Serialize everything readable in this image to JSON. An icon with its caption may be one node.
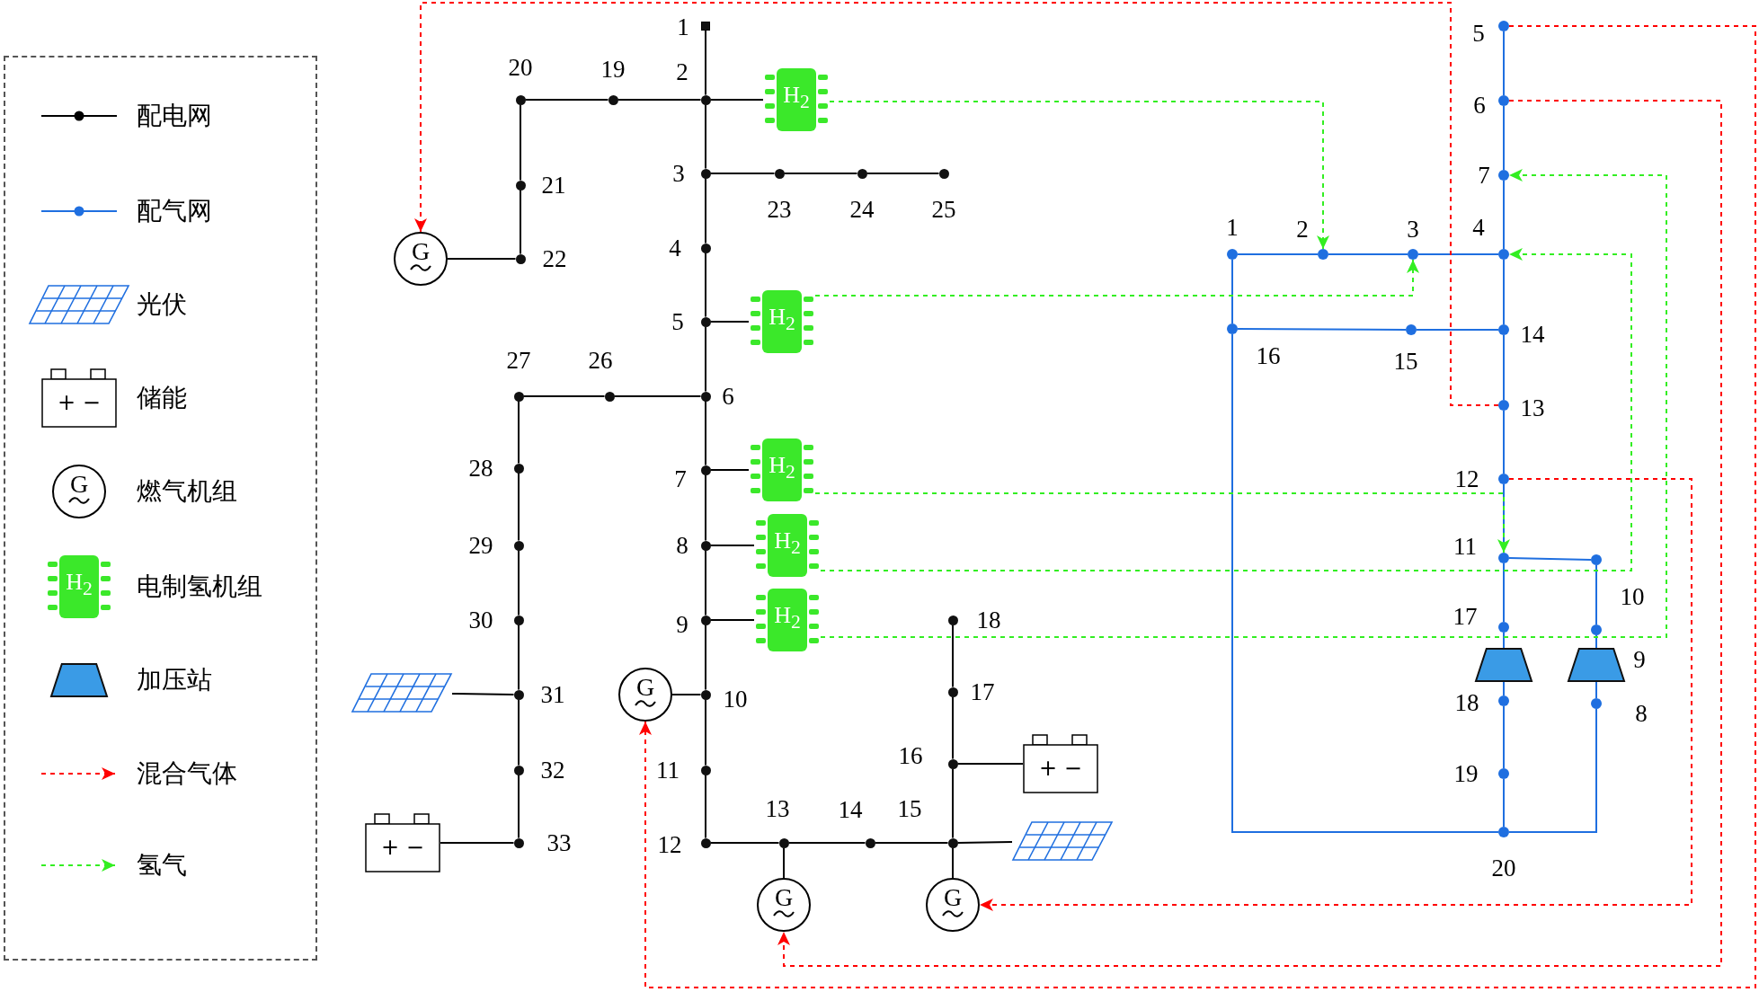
{
  "diagram": {
    "nodes": [
      {
        "text": [],
        "shape": "box",
        "beside": [
          "1"
        ]
      },
      {
        "text": [],
        "shape": "circle",
        "beside": [
          "2"
        ]
      },
      {
        "text": [],
        "shape": "circle",
        "beside": [
          "3"
        ]
      },
      {
        "text": [],
        "shape": "circle",
        "beside": [
          "4"
        ]
      },
      {
        "text": [],
        "shape": "circle",
        "beside": [
          "5"
        ]
      },
      {
        "text": [],
        "shape": "circle",
        "beside": [
          "6"
        ]
      },
      {
        "text": [],
        "shape": "circle",
        "beside": [
          "7"
        ]
      },
      {
        "text": [],
        "shape": "circle",
        "beside": [
          "8"
        ]
      },
      {
        "text": [],
        "shape": "circle",
        "beside": [
          "9"
        ]
      },
      {
        "text": [],
        "shape": "circle",
        "beside": [
          "10"
        ]
      },
      {
        "text": [],
        "shape": "circle",
        "beside": [
          "11"
        ]
      },
      {
        "text": [],
        "shape": "circle",
        "beside": [
          "12"
        ]
      },
      {
        "text": [],
        "shape": "circle",
        "beside": [
          "13"
        ]
      },
      {
        "text": [],
        "shape": "circle",
        "beside": [
          "14"
        ]
      },
      {
        "text": [],
        "shape": "circle",
        "beside": [
          "15"
        ]
      },
      {
        "text": [],
        "shape": "circle",
        "beside": [
          "16"
        ]
      },
      {
        "text": [],
        "shape": "circle",
        "beside": [
          "17"
        ]
      },
      {
        "text": [],
        "shape": "circle",
        "beside": [
          "18"
        ]
      },
      {
        "text": [],
        "shape": "circle",
        "beside": [
          "19"
        ]
      },
      {
        "text": [],
        "shape": "circle",
        "beside": [
          "20"
        ]
      },
      {
        "text": [],
        "shape": "circle",
        "beside": [
          "21"
        ]
      },
      {
        "text": [],
        "shape": "circle",
        "beside": [
          "22"
        ]
      },
      {
        "text": [],
        "shape": "circle",
        "beside": [
          "23"
        ]
      },
      {
        "text": [],
        "shape": "circle",
        "beside": [
          "24"
        ]
      },
      {
        "text": [],
        "shape": "circle",
        "beside": [
          "25"
        ]
      },
      {
        "text": [],
        "shape": "circle",
        "beside": [
          "26"
        ]
      },
      {
        "text": [],
        "shape": "circle",
        "beside": [
          "27"
        ]
      },
      {
        "text": [],
        "shape": "circle",
        "beside": [
          "28"
        ]
      },
      {
        "text": [],
        "shape": "circle",
        "beside": [
          "29"
        ]
      },
      {
        "text": [],
        "shape": "circle",
        "beside": [
          "30"
        ]
      },
      {
        "text": [],
        "shape": "circle",
        "beside": [
          "31"
        ]
      },
      {
        "text": [],
        "shape": "circle",
        "beside": [
          "32"
        ]
      },
      {
        "text": [],
        "shape": "circle",
        "beside": [
          "33"
        ]
      },
      {
        "text": [],
        "shape": "circle",
        "beside": [
          "1"
        ]
      },
      {
        "text": [],
        "shape": "circle",
        "beside": [
          "2"
        ]
      },
      {
        "text": [],
        "shape": "circle",
        "beside": [
          "3"
        ]
      },
      {
        "text": [],
        "shape": "circle",
        "beside": [
          "4"
        ]
      },
      {
        "text": [],
        "shape": "circle",
        "beside": [
          "5"
        ]
      },
      {
        "text": [],
        "shape": "circle",
        "beside": [
          "6"
        ]
      },
      {
        "text": [],
        "shape": "circle",
        "beside": [
          "7"
        ]
      },
      {
        "text": [],
        "shape": "circle",
        "beside": [
          "8"
        ]
      },
      {
        "text": [],
        "shape": "trapezoid",
        "beside": [
          "9"
        ]
      },
      {
        "text": [],
        "shape": "circle",
        "beside": [
          "10"
        ]
      },
      {
        "text": [],
        "shape": "circle",
        "beside": [
          "11"
        ]
      },
      {
        "text": [],
        "shape": "circle",
        "beside": [
          "12"
        ]
      },
      {
        "text": [],
        "shape": "circle",
        "beside": [
          "13"
        ]
      },
      {
        "text": [],
        "shape": "circle",
        "beside": [
          "14"
        ]
      },
      {
        "text": [],
        "shape": "circle",
        "beside": [
          "15"
        ]
      },
      {
        "text": [],
        "shape": "circle",
        "beside": [
          "16"
        ]
      },
      {
        "text": [],
        "shape": "circle",
        "beside": [
          "17"
        ]
      },
      {
        "text": [],
        "shape": "circle",
        "beside": [
          "18"
        ]
      },
      {
        "text": [],
        "shape": "circle",
        "beside": [
          "19"
        ]
      },
      {
        "text": [],
        "shape": "circle",
        "beside": [
          "20"
        ]
      },
      {
        "text": [],
        "shape": "trapezoid"
      },
      {
        "text": [],
        "shape": "circle"
      },
      {
        "text": [
          "G"
        ]
      },
      {
        "text": [
          "H$_{2}$"
        ]
      },
      {
        "text": [
          "H$_{2}$"
        ]
      },
      {
        "text": [
          "H$_{2}$"
        ]
      },
      {
        "text": [
          "H$_{2}$"
        ]
      },
      {
        "text": [
          "H$_{2}$"
        ]
      },
      {
        "text": [
          "G"
        ]
      },
      {
        "text": [],
        "shape": "picture"
      },
      {
        "text": [
          "+ −"
        ]
      },
      {
        "text": [
          "+ −"
        ]
      },
      {
        "text": [],
        "shape": "picture"
      },
      {
        "text": [
          "G"
        ]
      },
      {
        "text": [
          "G"
        ]
      }
    ],
    "edges": [
      {
        "from": 0,
        "to": 1,
        "arrow": "none"
      },
      {
        "from": 1,
        "to": 2,
        "arrow": "none"
      },
      {
        "from": 2,
        "to": 3,
        "arrow": "none"
      },
      {
        "from": 3,
        "to": 4,
        "arrow": "none"
      },
      {
        "from": 4,
        "to": 5,
        "arrow": "none"
      },
      {
        "from": 5,
        "to": 6,
        "arrow": "none"
      },
      {
        "from": 6,
        "to": 7,
        "arrow": "none"
      },
      {
        "from": 7,
        "to": 8,
        "arrow": "none"
      },
      {
        "from": 8,
        "to": 9,
        "arrow": "none"
      },
      {
        "from": 9,
        "to": 10,
        "arrow": "none"
      },
      {
        "from": 10,
        "to": 11,
        "arrow": "none"
      },
      {
        "from": 11,
        "to": 12,
        "arrow": "none"
      },
      {
        "from": 12,
        "to": 13,
        "arrow": "none"
      },
      {
        "from": 13,
        "to": 14,
        "arrow": "none"
      },
      {
        "from": 14,
        "to": 15,
        "arrow": "none"
      },
      {
        "from": 15,
        "to": 16,
        "arrow": "none"
      },
      {
        "from": 16,
        "to": 17,
        "arrow": "none"
      },
      {
        "from": 1,
        "to": 18,
        "arrow": "none"
      },
      {
        "from": 18,
        "to": 19,
        "arrow": "none"
      },
      {
        "from": 19,
        "to": 20,
        "arrow": "none"
      },
      {
        "from": 20,
        "to": 21,
        "arrow": "none"
      },
      {
        "from": 2,
        "to": 22,
        "arrow": "none"
      },
      {
        "from": 22,
        "to": 23,
        "arrow": "none"
      },
      {
        "from": 23,
        "to": 24,
        "arrow": "none"
      },
      {
        "from": 5,
        "to": 25,
        "arrow": "none"
      },
      {
        "from": 25,
        "to": 26,
        "arrow": "none"
      },
      {
        "from": 26,
        "to": 27,
        "arrow": "none"
      },
      {
        "from": 27,
        "to": 28,
        "arrow": "none"
      },
      {
        "from": 28,
        "to": 29,
        "arrow": "none"
      },
      {
        "from": 29,
        "to": 30,
        "arrow": "none"
      },
      {
        "from": 30,
        "to": 31,
        "arrow": "none"
      },
      {
        "from": 31,
        "to": 32,
        "arrow": "none"
      },
      {
        "from": 55,
        "to": 21,
        "arrow": "none"
      },
      {
        "from": 1,
        "to": 56,
        "arrow": "none"
      },
      {
        "from": 4,
        "to": 57,
        "arrow": "none"
      },
      {
        "from": 6,
        "to": 58,
        "arrow": "none"
      },
      {
        "from": 7,
        "to": 59,
        "arrow": "none"
      },
      {
        "from": 8,
        "to": 60,
        "arrow": "none"
      },
      {
        "from": 61,
        "to": 9,
        "arrow": "none"
      },
      {
        "from": 62,
        "to": 30,
        "arrow": "none"
      },
      {
        "from": 63,
        "to": 32,
        "arrow": "none"
      },
      {
        "from": 12,
        "to": 66,
        "arrow": "none"
      },
      {
        "from": 14,
        "to": 67,
        "arrow": "none"
      },
      {
        "from": 15,
        "to": 64,
        "arrow": "none"
      },
      {
        "from": 14,
        "to": 65,
        "arrow": "none"
      },
      {
        "from": 37,
        "to": 38,
        "arrow": "none",
        "color": "#1f6fe0"
      },
      {
        "from": 38,
        "to": 39,
        "arrow": "none",
        "color": "#1f6fe0"
      },
      {
        "from": 39,
        "to": 36,
        "arrow": "none",
        "color": "#1f6fe0"
      },
      {
        "from": 33,
        "to": 34,
        "arrow": "none",
        "color": "#1f6fe0"
      },
      {
        "from": 34,
        "to": 35,
        "arrow": "none",
        "color": "#1f6fe0"
      },
      {
        "from": 35,
        "to": 36,
        "arrow": "none",
        "color": "#1f6fe0"
      },
      {
        "from": 36,
        "to": 46,
        "arrow": "none",
        "color": "#1f6fe0"
      },
      {
        "from": 48,
        "to": 47,
        "arrow": "none",
        "color": "#1f6fe0"
      },
      {
        "from": 47,
        "to": 46,
        "arrow": "none",
        "color": "#1f6fe0"
      },
      {
        "from": 46,
        "to": 45,
        "arrow": "none",
        "color": "#1f6fe0"
      },
      {
        "from": 45,
        "to": 44,
        "arrow": "none",
        "color": "#1f6fe0"
      },
      {
        "from": 44,
        "to": 43,
        "arrow": "none",
        "color": "#1f6fe0"
      },
      {
        "from": 43,
        "to": 49,
        "arrow": "none",
        "color": "#1f6fe0"
      },
      {
        "from": 49,
        "to": 53,
        "arrow": "none",
        "color": "#1f6fe0"
      },
      {
        "from": 53,
        "to": 50,
        "arrow": "none",
        "color": "#1f6fe0"
      },
      {
        "from": 50,
        "to": 51,
        "arrow": "none",
        "color": "#1f6fe0"
      },
      {
        "from": 51,
        "to": 52,
        "arrow": "none",
        "color": "#1f6fe0"
      },
      {
        "from": 43,
        "to": 54,
        "arrow": "none",
        "color": "#1f6fe0"
      },
      {
        "from": 54,
        "to": 42,
        "arrow": "none",
        "color": "#1f6fe0"
      },
      {
        "from": 42,
        "to": 41,
        "arrow": "none",
        "color": "#1f6fe0"
      },
      {
        "from": 41,
        "to": 40,
        "arrow": "none",
        "color": "#1f6fe0"
      },
      {
        "from": 40,
        "to": 52,
        "arrow": "none",
        "color": "#1f6fe0"
      },
      {
        "from": 33,
        "to": 48,
        "arrow": "none",
        "color": "#1f6fe0"
      },
      {
        "from": 48,
        "to": 52,
        "arrow": "none",
        "color": "#1f6fe0"
      },
      {
        "from": 45,
        "to": 55,
        "arrow": "to",
        "style": "dashed",
        "color": "#ff0000"
      },
      {
        "from": 37,
        "to": 61,
        "arrow": "to",
        "style": "dashed",
        "color": "#ff0000"
      },
      {
        "from": 38,
        "to": 66,
        "arrow": "to",
        "style": "dashed",
        "color": "#ff0000"
      },
      {
        "from": 44,
        "to": 67,
        "arrow": "to",
        "style": "dashed",
        "color": "#ff0000"
      },
      {
        "from": 56,
        "to": 34,
        "arrow": "to",
        "style": "dashed",
        "color": "#33ee22"
      },
      {
        "from": 57,
        "to": 35,
        "arrow": "to",
        "style": "dashed",
        "color": "#33ee22"
      },
      {
        "from": 58,
        "to": 43,
        "arrow": "to",
        "style": "dashed",
        "color": "#33ee22"
      },
      {
        "from": 59,
        "to": 36,
        "arrow": "to",
        "style": "dashed",
        "color": "#33ee22"
      },
      {
        "from": 60,
        "to": 39,
        "arrow": "to",
        "style": "dashed",
        "color": "#33ee22"
      }
    ],
    "labels": [
      "+ −",
      "G",
      "H$_{2}$"
    ],
    "legend": [
      {
        "text": "配电网"
      },
      {
        "text": "配气网"
      },
      {
        "text": "光伏"
      },
      {
        "text": "储能"
      },
      {
        "text": "燃气机组"
      },
      {
        "text": "电制氢机组"
      },
      {
        "text": "加压站"
      },
      {
        "text": "混合气体"
      },
      {
        "text": "氢气"
      }
    ]
  }
}
